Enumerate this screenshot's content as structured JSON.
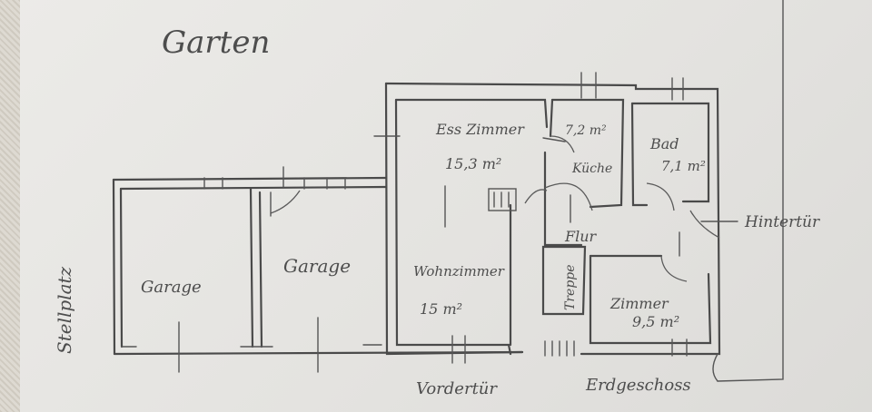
{
  "labels": {
    "garden": "Garten",
    "parking": "Stellplatz",
    "garage_left": "Garage",
    "garage_right": "Garage",
    "dining_room": "Ess Zimmer",
    "dining_area": "15,3 m²",
    "kitchen_area": "7,2 m²",
    "kitchen": "Küche",
    "bath": "Bad",
    "bath_area": "7,1 m²",
    "back_door": "Hintertür",
    "hallway": "Flur",
    "stairs": "Treppe",
    "living_room": "Wohnzimmer",
    "living_area": "15 m²",
    "room": "Zimmer",
    "room_area": "9,5 m²",
    "front_door": "Vordertür",
    "floor_name": "Erdgeschoss"
  },
  "colors": {
    "paper": "#e9e8e5",
    "pencil": "#4a4a4a"
  }
}
